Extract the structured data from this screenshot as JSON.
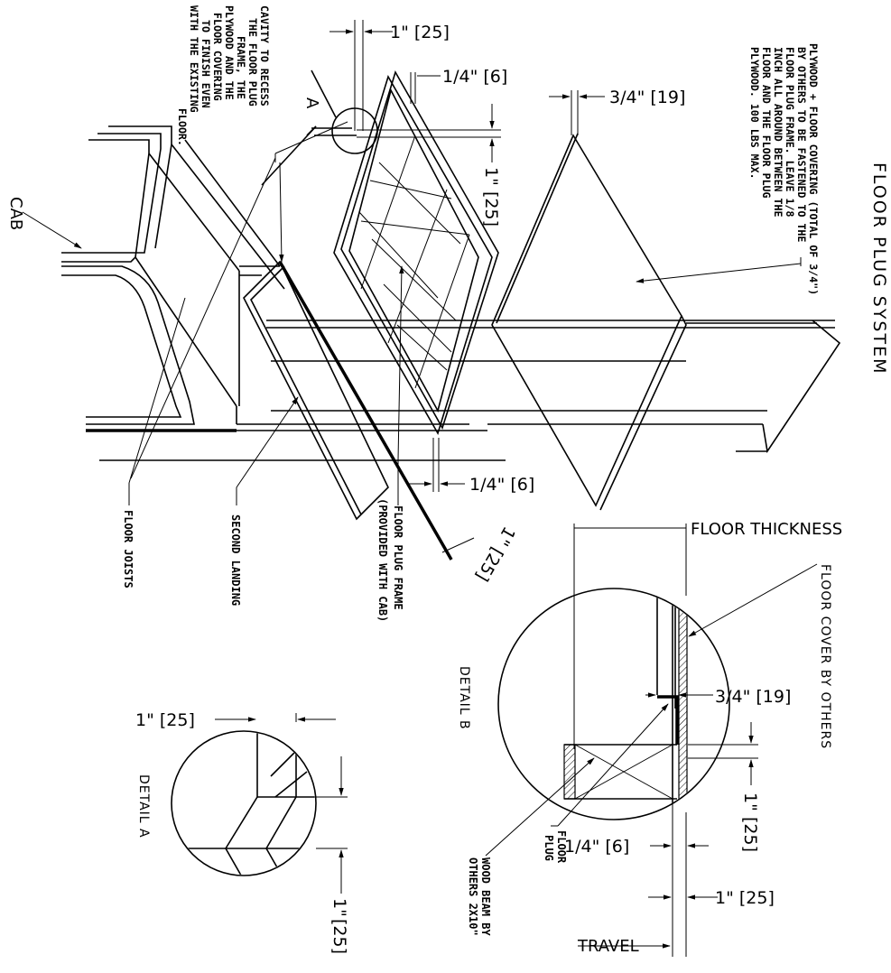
{
  "title": "FLOOR PLUG SYSTEM",
  "labels": {
    "cab": "CAB",
    "detail_a_marker": "A",
    "floor_joists": "FLOOR JOISTS",
    "second_landing": "SECOND LANDING",
    "floor_plug_frame_1": "FLOOR PLUG FRAME",
    "floor_plug_frame_2": "(PROVIDED WITH CAB)",
    "floor_thickness": "FLOOR THICKNESS",
    "floor_cover": "FLOOR COVER BY OTHERS",
    "wood_beam_1": "WOOD BEAM BY",
    "wood_beam_2": "OTHERS 2X10\"",
    "floor_plug_1": "FLOOR",
    "floor_plug_2": "PLUG",
    "travel": "TRAVEL",
    "detail_a": "DETAIL A",
    "detail_b": "DETAIL B"
  },
  "notes": {
    "cavity": [
      "CAVITY TO RECESS",
      "THE FLOOR PLUG",
      "FRAME, THE",
      "PLYWOOD AND THE",
      "FLOOR COVERING",
      "TO FINISH EVEN",
      "WITH THE EXISTING",
      "FLOOR."
    ],
    "plywood": [
      "PLYWOOD + FLOOR COVERING (TOTAL OF 3/4\")",
      "BY OTHERS TO BE FASTENED TO THE",
      "FLOOR PLUG FRAME. LEAVE 1/8",
      "INCH ALL AROUND BETWEEN THE",
      "FLOOR AND THE FLOOR PLUG",
      "PLYWOOD. 100 LBS MAX."
    ]
  },
  "dimensions": {
    "d1_top": "1\" [25]",
    "d_quarter_top": "1/4\" [6]",
    "d_three_quarter_top": "3/4\" [19]",
    "d1_vert": "1\"",
    "d25_vert": "[25]",
    "d_quarter_mid": "1/4\" [6]",
    "d1_diag": "1\" [25]",
    "da_left": "1\" [25]",
    "da_bottom1": "1\"",
    "da_bottom2": "[25]",
    "db_three_quarter": "3/4\" [19]",
    "db_1": "1\"",
    "db_25": "[25]",
    "db_quarter": "1/4\" [6]",
    "db_bottom": "1\" [25]"
  }
}
